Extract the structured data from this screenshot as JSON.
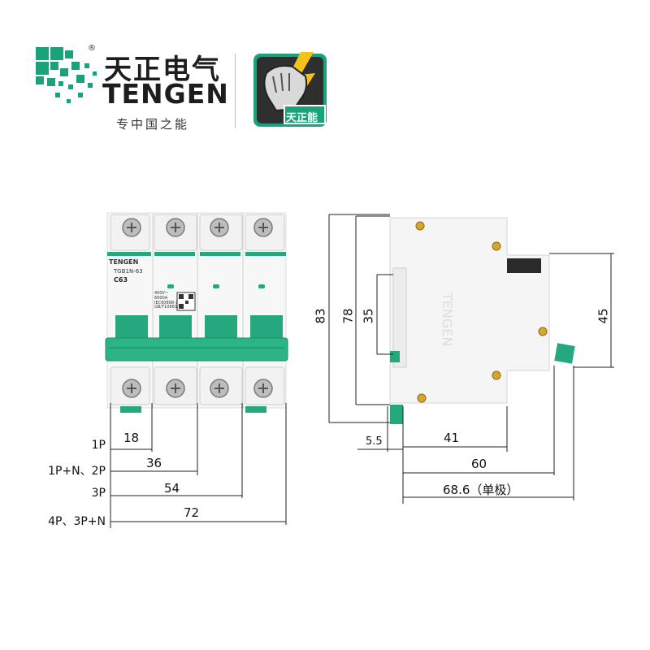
{
  "brand": {
    "name_cn": "天正电气",
    "name_en": "TENGEN",
    "slogan": "专中国之能",
    "registered_mark": "®",
    "badge_text": "天正能",
    "brand_color": "#1aa37a"
  },
  "breaker": {
    "brand_label": "TENGEN",
    "model": "TGB1N-63",
    "rating": "C63",
    "spec_voltage": "400V~",
    "spec_breaking": "6000A",
    "standard_1": "IEC60898-1",
    "standard_2": "GB/T10963.1",
    "handle_color": "#25a87e",
    "side_text": "TENGEN"
  },
  "front_dims": {
    "rows": [
      {
        "label": "1P",
        "value": "18"
      },
      {
        "label": "1P+N、2P",
        "value": "36"
      },
      {
        "label": "3P",
        "value": "54"
      },
      {
        "label": "4P、3P+N",
        "value": "72"
      }
    ]
  },
  "side_dims": {
    "height_total": "83",
    "height_body": "78",
    "height_front": "35",
    "height_right": "45",
    "offset": "5.5",
    "depth_front": "41",
    "depth_total": "60",
    "depth_full": "68.6（单极）"
  }
}
